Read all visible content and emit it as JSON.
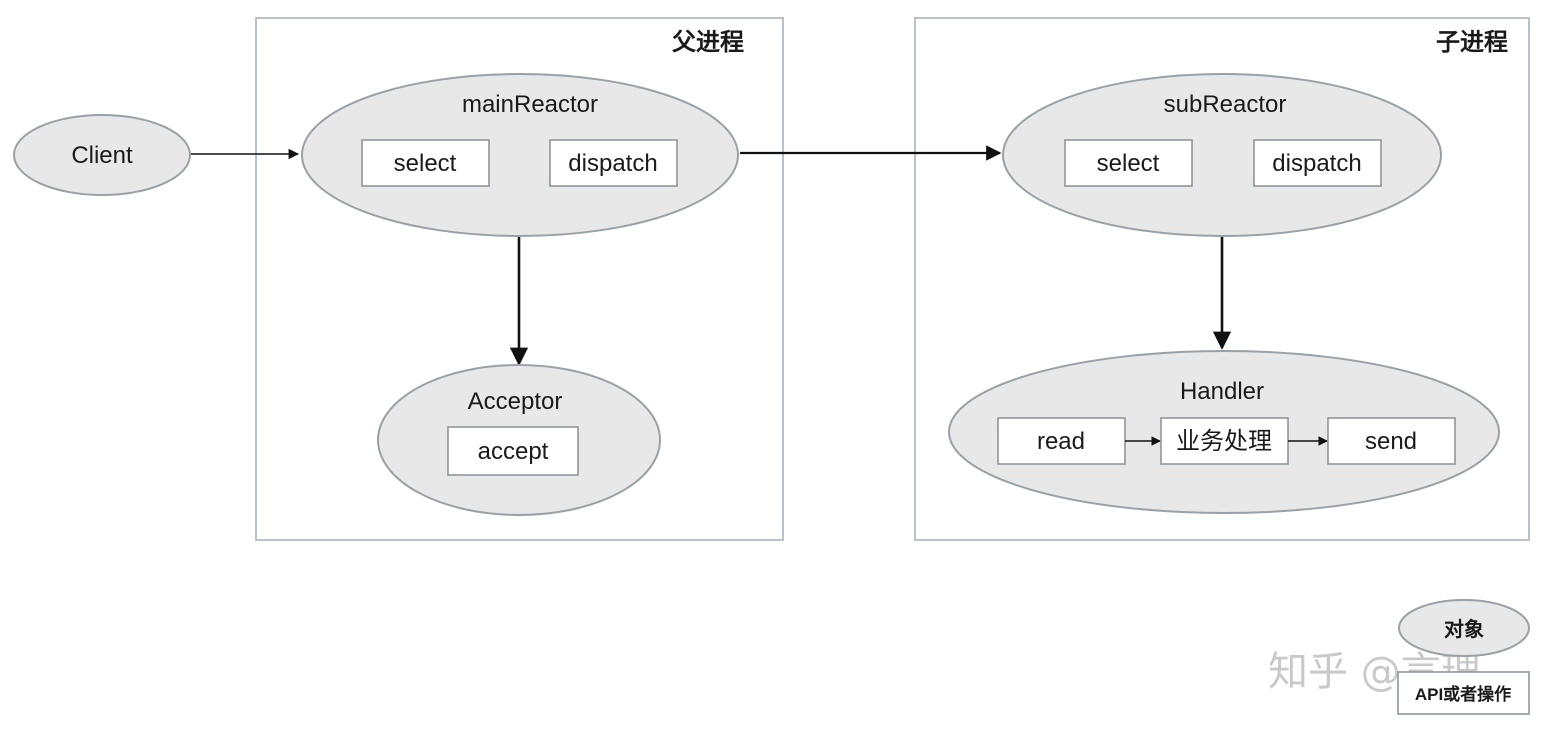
{
  "groups": {
    "parent": {
      "title": "父进程"
    },
    "child": {
      "title": "子进程"
    }
  },
  "nodes": {
    "client": {
      "label": "Client"
    },
    "main_reactor": {
      "label": "mainReactor",
      "ops": [
        "select",
        "dispatch"
      ]
    },
    "acceptor": {
      "label": "Acceptor",
      "ops": [
        "accept"
      ]
    },
    "sub_reactor": {
      "label": "subReactor",
      "ops": [
        "select",
        "dispatch"
      ]
    },
    "handler": {
      "label": "Handler",
      "ops": [
        "read",
        "业务处理",
        "send"
      ]
    }
  },
  "legend": {
    "object": "对象",
    "operation": "API或者操作"
  },
  "watermark": "知乎 @言理",
  "colors": {
    "node_fill": "#e8e8e8",
    "node_stroke": "#9aa1a6",
    "frame_stroke": "#b9c2ca",
    "arrow": "#111111"
  }
}
